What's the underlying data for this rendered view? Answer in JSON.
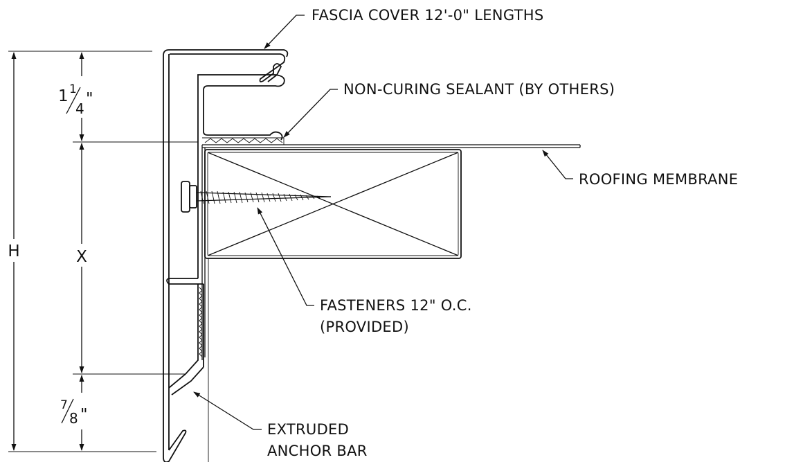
{
  "labels": {
    "fascia_cover": "FASCIA COVER 12'-0\" LENGTHS",
    "sealant": "NON-CURING SEALANT (BY OTHERS)",
    "membrane": "ROOFING MEMBRANE",
    "fasteners_line1": "FASTENERS 12\" O.C.",
    "fasteners_line2": "(PROVIDED)",
    "anchor_line1": "EXTRUDED",
    "anchor_line2": "ANCHOR BAR"
  },
  "dimensions": {
    "h": "H",
    "x": "X",
    "top_whole": "1",
    "top_num": "1",
    "top_den": "4",
    "top_unit": "\"",
    "bottom_num": "7",
    "bottom_den": "8",
    "bottom_unit": "\""
  }
}
